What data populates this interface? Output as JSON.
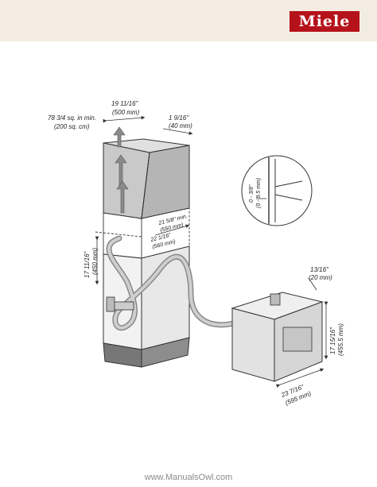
{
  "brand": {
    "logo_text": "Miele"
  },
  "labels": {
    "width_top_in": "19 11/16\"",
    "width_top_mm": "(500 mm)",
    "gap_in": "1 9/16\"",
    "gap_mm": "(40 mm)",
    "vent_in": "78 3/4 sq. in min.",
    "vent_cm": "(200 sq. cm)",
    "depth_min_in": "21 5/8\" min.",
    "depth_min_mm": "(550 mm)",
    "depth_in": "22 1/16\"",
    "depth_mm": "(560 mm)",
    "height_in": "17 11/16\"",
    "height_mm": "(450 mm)",
    "detail_in": "0 - 3/8\"",
    "detail_mm": "(0 - 9.5 mm)",
    "front_in": "13/16\"",
    "front_mm": "(20 mm)",
    "app_height_in": "17 15/16\"",
    "app_height_mm": "(455.5 mm)",
    "app_width_in": "23 7/16\"",
    "app_width_mm": "(595 mm)"
  },
  "footer": {
    "watermark": "www.ManualsOwl.com"
  },
  "colors": {
    "header_bg": "#f3ece2",
    "logo_red": "#b5121b",
    "cabinet_fill": "#c8c8c8",
    "hose_fill": "#b8b8b8"
  }
}
